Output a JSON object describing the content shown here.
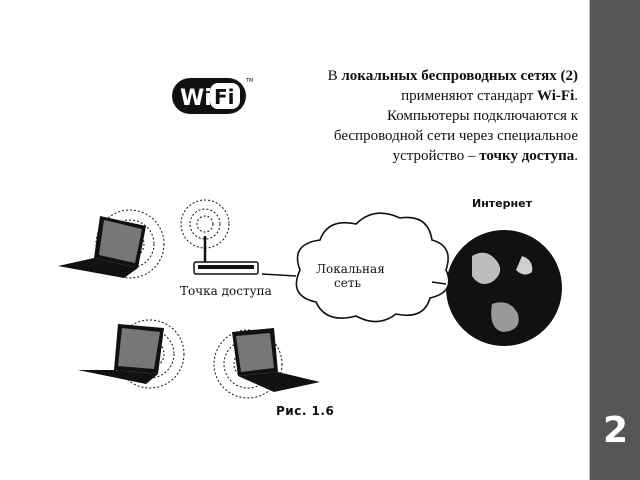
{
  "slide": {
    "logo_text": "Wi Fi",
    "paragraph": {
      "p1": "В ",
      "b1": "локальных беспроводных сетях (2)",
      "p2": " применяют стандарт ",
      "b2": "Wi-Fi",
      "p3": ". Компьютеры подключаются к беспроводной сети через специальное устройство – ",
      "b3": "точку доступа",
      "p4": "."
    }
  },
  "figure": {
    "internet_label": "Интернет",
    "access_point_label": "Точка доступа",
    "local_net_line1": "Локальная",
    "local_net_line2": "сеть",
    "caption": "Рис. 1.6"
  },
  "sidebar": {
    "slide_number": "2",
    "background": "#565656"
  }
}
